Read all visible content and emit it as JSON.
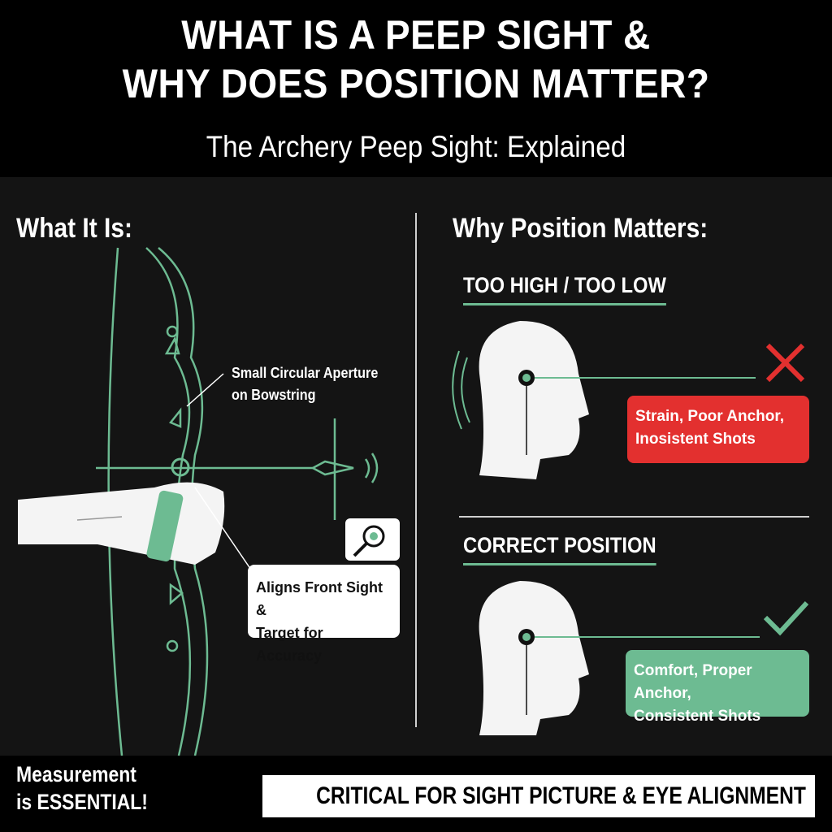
{
  "header": {
    "title_line1": "WHAT IS A PEEP SIGHT &",
    "title_line2": "WHY DOES POSITION MATTER?",
    "subtitle": "The Archery Peep Sight: Explained"
  },
  "left": {
    "heading": "What It Is:",
    "callout_aperture_line1": "Small Circular Aperture",
    "callout_aperture_line2": "on Bowstring",
    "callout_align_line1": "Aligns Front Sight &",
    "callout_align_line2": "Target for Accuracy",
    "icons": [
      "recurve-bow",
      "hand",
      "magnifier-icon"
    ]
  },
  "right": {
    "heading": "Why Position Matters:",
    "bad": {
      "label": "TOO HIGH / TOO LOW",
      "result_line1": "Strain, Poor Anchor,",
      "result_line2": "Inosistent Shots",
      "icon": "x-icon",
      "color": "#e3302f"
    },
    "good": {
      "label": "CORRECT POSITION",
      "result_line1": "Comfort, Proper Anchor,",
      "result_line2": "Consistent Shots",
      "icon": "check-icon",
      "color": "#6dbb92"
    }
  },
  "footer": {
    "note_line1": "Measurement",
    "note_line2": "is ESSENTIAL!",
    "banner": "CRITICAL FOR SIGHT PICTURE & EYE ALIGNMENT"
  },
  "colors": {
    "accent": "#6dbb92",
    "bad": "#e3302f",
    "background": "#141414",
    "header": "#000000"
  }
}
